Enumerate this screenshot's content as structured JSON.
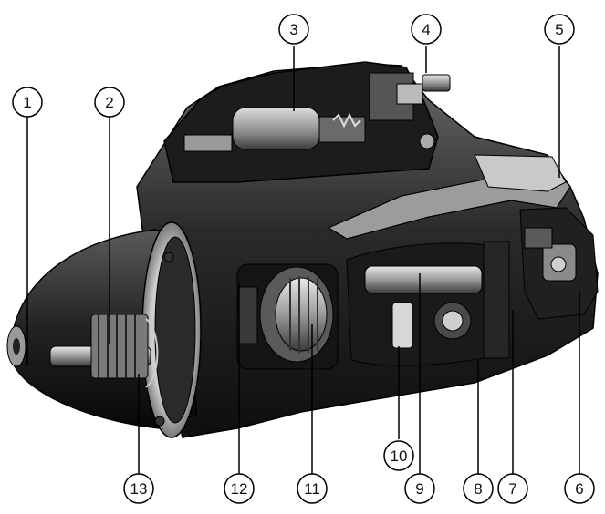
{
  "callouts": [
    "1",
    "2",
    "3",
    "4",
    "5",
    "6",
    "7",
    "8",
    "9",
    "10",
    "11",
    "12",
    "13"
  ],
  "colors": {
    "ink": "#111111",
    "metal_dark": "#1a1a1a",
    "metal_mid": "#4a4a4a",
    "metal_light": "#bdbdbd",
    "background": "#ffffff"
  }
}
